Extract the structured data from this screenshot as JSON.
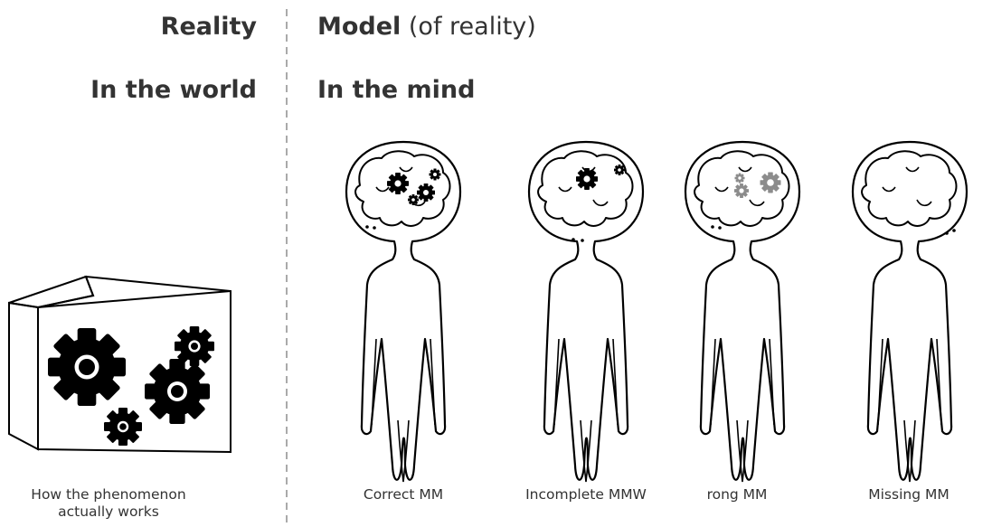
{
  "left_column": {
    "heading": "Reality",
    "subheading": "In the world",
    "caption_line1": "How the phenomenon",
    "caption_line2": "actually works"
  },
  "right_column": {
    "heading_bold": "Model",
    "heading_rest": " (of reality)",
    "subheading": "In the mind"
  },
  "figures": [
    {
      "caption": "Correct MM",
      "gears": "complete"
    },
    {
      "caption": "Incomplete MMW",
      "gears": "partial"
    },
    {
      "caption": "rong MM",
      "gears": "wrong"
    },
    {
      "caption": "Missing MM",
      "gears": "none"
    }
  ],
  "colors": {
    "gear_dark": "#000000",
    "gear_wrong": "#8c8c8c",
    "divider": "#aaaaaa"
  }
}
